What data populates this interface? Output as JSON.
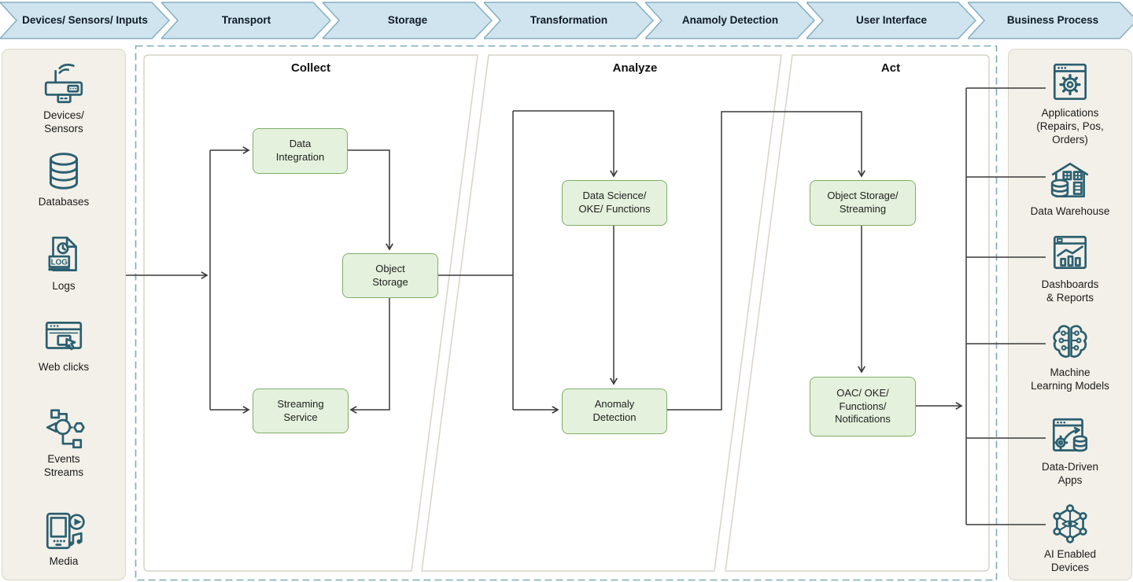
{
  "pipeline": {
    "stages": [
      {
        "label": "Devices/ Sensors/ Inputs"
      },
      {
        "label": "Transport"
      },
      {
        "label": "Storage"
      },
      {
        "label": "Transformation"
      },
      {
        "label": "Anamoly Detection"
      },
      {
        "label": "User Interface"
      },
      {
        "label": "Business Process"
      }
    ]
  },
  "left_sidebar": {
    "items": [
      {
        "label": "Devices/\nSensors",
        "icon": "router-icon"
      },
      {
        "label": "Databases",
        "icon": "database-icon"
      },
      {
        "label": "Logs",
        "icon": "log-file-icon",
        "icon_text": "LOG"
      },
      {
        "label": "Web clicks",
        "icon": "web-clicks-icon"
      },
      {
        "label": "Events\nStreams",
        "icon": "event-streams-icon"
      },
      {
        "label": "Media",
        "icon": "media-icon"
      }
    ]
  },
  "right_sidebar": {
    "items": [
      {
        "label": "Applications\n(Repairs, Pos,\nOrders)",
        "icon": "application-window-gear-icon"
      },
      {
        "label": "Data Warehouse",
        "icon": "data-warehouse-icon"
      },
      {
        "label": "Dashboards\n& Reports",
        "icon": "dashboards-reports-icon"
      },
      {
        "label": "Machine\nLearning Models",
        "icon": "machine-learning-brain-icon"
      },
      {
        "label": "Data-Driven\nApps",
        "icon": "data-driven-apps-icon"
      },
      {
        "label": "AI Enabled\nDevices",
        "icon": "ai-network-icon"
      }
    ]
  },
  "flow": {
    "sections": [
      {
        "title": "Collect",
        "boxes": [
          {
            "label": "Data\nIntegration"
          },
          {
            "label": "Object\nStorage"
          },
          {
            "label": "Streaming\nService"
          }
        ]
      },
      {
        "title": "Analyze",
        "boxes": [
          {
            "label": "Data Science/\nOKE/ Functions"
          },
          {
            "label": "Anomaly\nDetection"
          }
        ]
      },
      {
        "title": "Act",
        "boxes": [
          {
            "label": "Object Storage/\nStreaming"
          },
          {
            "label": "OAC/ OKE/\nFunctions/\nNotifications"
          }
        ]
      }
    ]
  },
  "colors": {
    "chevron_fill": "#cfe4ee",
    "chevron_border": "#85aec1",
    "sidebar_bg": "#f2f0e8",
    "sidebar_border": "#dbd6c8",
    "panel_border": "#d9d3c7",
    "dashed_border": "#7fa9bb",
    "connector": "#3a3a3a",
    "node_fill": "#e4f1dc",
    "node_border": "#7fae68",
    "icon_stroke": "#2b5f71"
  }
}
